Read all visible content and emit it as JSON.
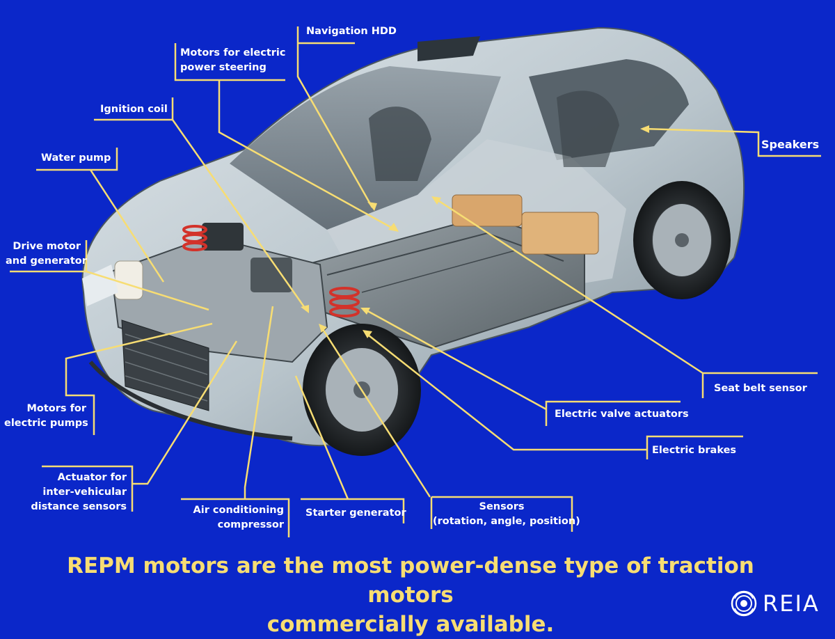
{
  "labels": {
    "navigation_hdd": "Navigation HDD",
    "power_steering": [
      "Motors for electric",
      "power steering"
    ],
    "ignition_coil": "Ignition coil",
    "water_pump": "Water pump",
    "drive_motor": [
      "Drive motor",
      "and generator"
    ],
    "speakers": "Speakers",
    "seat_belt_sensor": "Seat belt sensor",
    "electric_pumps": [
      "Motors for",
      "electric pumps"
    ],
    "electric_valve_actuators": "Electric valve actuators",
    "electric_brakes": "Electric brakes",
    "actuator_sensors": [
      "Actuator for",
      "inter-vehicular",
      "distance sensors"
    ],
    "air_conditioning": [
      "Air conditioning",
      "compressor"
    ],
    "starter_generator": "Starter generator",
    "sensors": [
      "Sensors",
      "(rotation, angle, position)"
    ]
  },
  "headline": [
    "REPM motors are the most power-dense type of traction motors",
    "commercially available."
  ],
  "logo": {
    "icon": "reia-logo-icon",
    "text": "REIA"
  },
  "colors": {
    "background": "#0b27c9",
    "leader_line": "#f7dd73",
    "headline": "#f7dd73",
    "label_text": "#ffffff"
  }
}
